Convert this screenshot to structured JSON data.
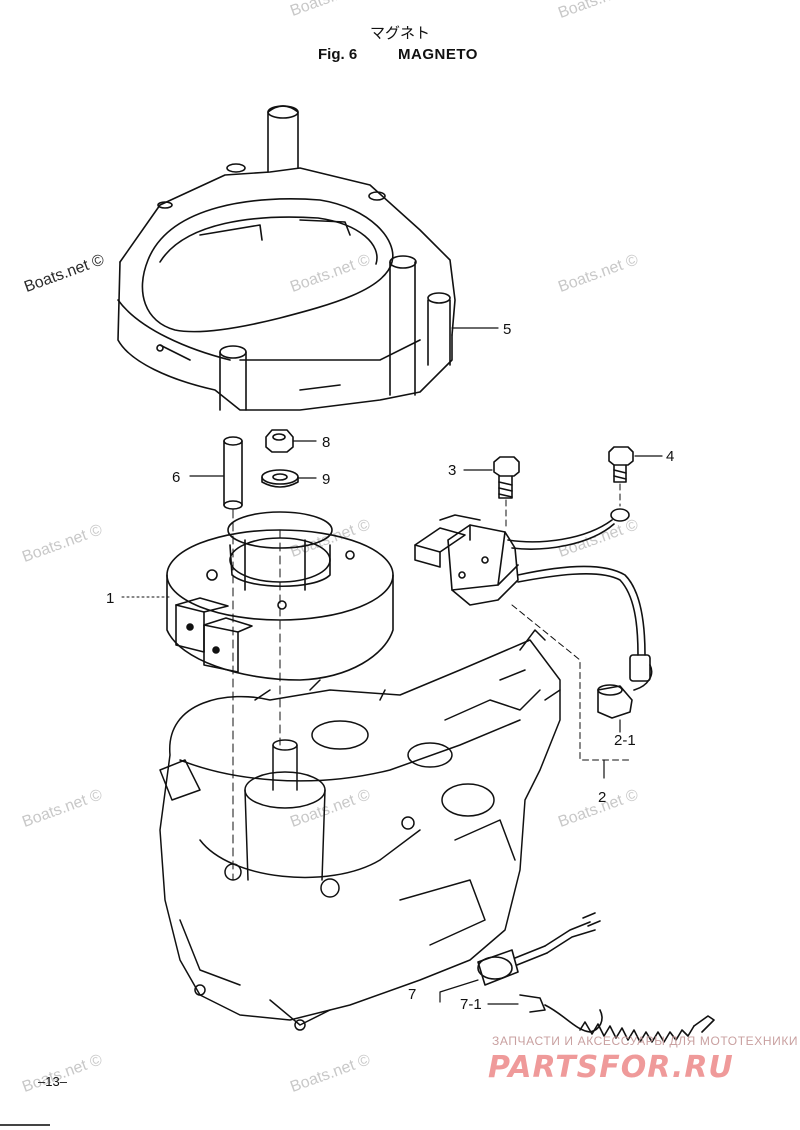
{
  "header": {
    "title_jp": "マグネト",
    "fig_label": "Fig. 6",
    "title": "MAGNETO"
  },
  "watermark": {
    "text": "Boats.net ©"
  },
  "callouts": {
    "c1": "1",
    "c2": "2",
    "c2_1": "2-1",
    "c3": "3",
    "c4": "4",
    "c5": "5",
    "c6": "6",
    "c7": "7",
    "c7_1": "7-1",
    "c8": "8",
    "c9": "9"
  },
  "footer": {
    "page_number": "–13–",
    "brand_tagline": "ЗАПЧАСТИ И АКСЕССУАРЫ ДЛЯ МОТОТЕХНИКИ",
    "brand_logo": "PARTSFOR.RU"
  },
  "colors": {
    "ink": "#111111",
    "watermark": "#c8c8c8",
    "brand": "#ef9a9a"
  }
}
